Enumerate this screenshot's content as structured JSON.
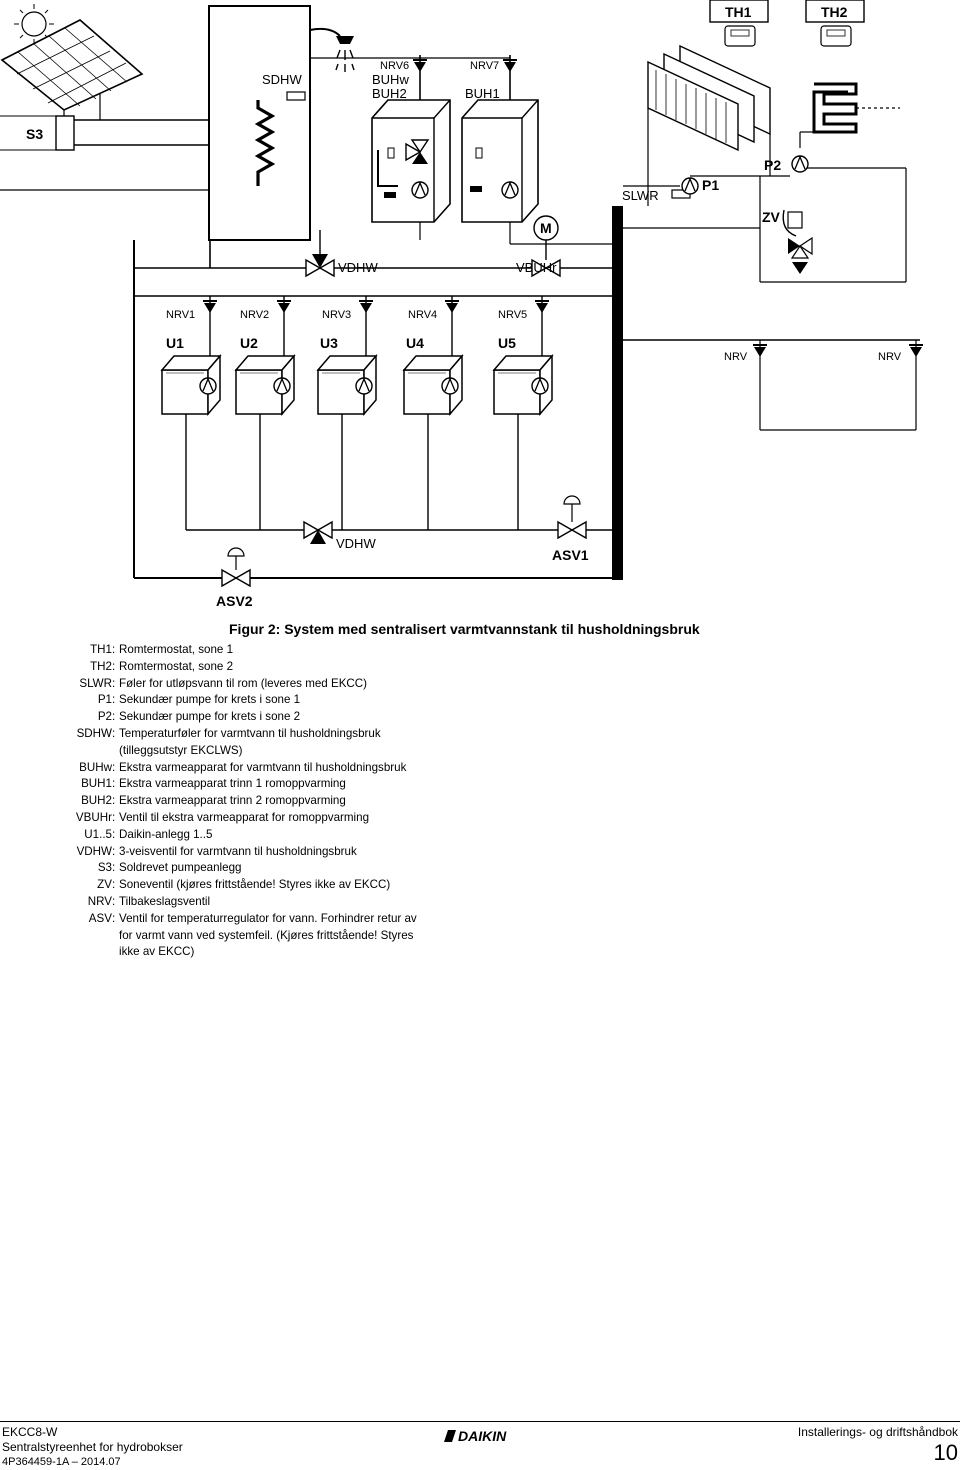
{
  "diagram": {
    "labels": {
      "S3": "S3",
      "SDHW": "SDHW",
      "NRV6": "NRV6",
      "BUHw": "BUHw",
      "BUH2": "BUH2",
      "NRV7": "NRV7",
      "BUH1": "BUH1",
      "TH1": "TH1",
      "TH2": "TH2",
      "SLWR": "SLWR",
      "P1": "P1",
      "P2": "P2",
      "ZV": "ZV",
      "M": "M",
      "VDHW_top": "VDHW",
      "VBUHr": "VBUHr",
      "NRV1": "NRV1",
      "NRV2": "NRV2",
      "NRV3": "NRV3",
      "NRV4": "NRV4",
      "NRV5": "NRV5",
      "U1": "U1",
      "U2": "U2",
      "U3": "U3",
      "U4": "U4",
      "U5": "U5",
      "NRV_a": "NRV",
      "NRV_b": "NRV",
      "VDHW_bottom": "VDHW",
      "ASV1": "ASV1",
      "ASV2": "ASV2"
    }
  },
  "figure_caption": "Figur 2: System med sentralisert varmtvannstank til husholdningsbruk",
  "legend": [
    {
      "code": "TH1",
      "desc": "Romtermostat, sone 1"
    },
    {
      "code": "TH2",
      "desc": "Romtermostat, sone 2"
    },
    {
      "code": "SLWR",
      "desc": "Føler for utløpsvann til rom (leveres med EKCC)"
    },
    {
      "code": "P1",
      "desc": "Sekundær pumpe for krets i sone 1"
    },
    {
      "code": "P2",
      "desc": "Sekundær pumpe for krets i sone 2"
    },
    {
      "code": "SDHW",
      "desc": "Temperaturføler for varmtvann til husholdningsbruk"
    },
    {
      "code": "",
      "desc": "(tilleggsutstyr EKCLWS)"
    },
    {
      "code": "BUHw",
      "desc": "Ekstra varmeapparat for varmtvann til husholdningsbruk"
    },
    {
      "code": "BUH1",
      "desc": "Ekstra varmeapparat trinn 1 romoppvarming"
    },
    {
      "code": "BUH2",
      "desc": "Ekstra varmeapparat trinn 2 romoppvarming"
    },
    {
      "code": "VBUHr",
      "desc": "Ventil til ekstra varmeapparat for romoppvarming"
    },
    {
      "code": "U1..5",
      "desc": "Daikin-anlegg 1..5"
    },
    {
      "code": "VDHW",
      "desc": "3-veisventil for varmtvann til husholdningsbruk"
    },
    {
      "code": "S3",
      "desc": "Soldrevet pumpeanlegg"
    },
    {
      "code": "ZV",
      "desc": "Soneventil (kjøres frittstående! Styres ikke av EKCC)"
    },
    {
      "code": "NRV",
      "desc": "Tilbakeslagsventil"
    },
    {
      "code": "ASV",
      "desc": "Ventil for temperaturregulator for vann. Forhindrer retur av"
    },
    {
      "code": "",
      "desc": "for varmt vann ved systemfeil. (Kjøres frittstående! Styres"
    },
    {
      "code": "",
      "desc": "ikke av EKCC)"
    }
  ],
  "footer": {
    "doc_code": "EKCC8-W",
    "product": "Sentralstyreenhet for hydrobokser",
    "ref": "4P364459-1A – 2014.07",
    "logo": "DAIKIN",
    "manual": "Installerings- og driftshåndbok",
    "page": "10"
  }
}
